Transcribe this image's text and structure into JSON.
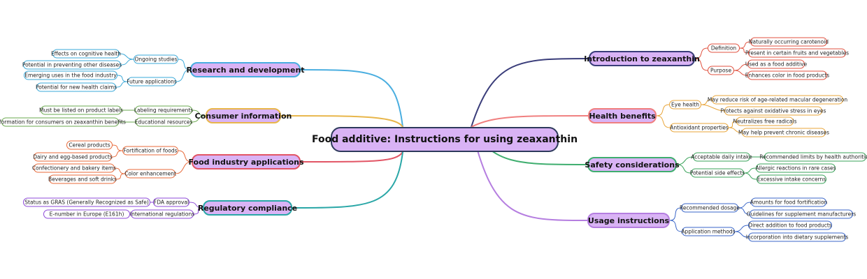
{
  "center": {
    "label": "Food additive: Instructions for using zeaxanthin"
  },
  "branches": [
    {
      "label": "Introduction to zeaxanthin",
      "color": "#3a3d7a",
      "children": [
        {
          "label": "Definition",
          "children": [
            "Naturally occurring carotenoid",
            "Present in certain fruits and vegetables"
          ]
        },
        {
          "label": "Purpose",
          "children": [
            "Used as a food additive",
            "Enhances color in food products"
          ]
        }
      ]
    },
    {
      "label": "Health benefits",
      "color": "#f07f7f",
      "children": [
        {
          "label": "Eye health",
          "children": [
            "May reduce risk of age-related macular degeneration",
            "Protects against oxidative stress in eyes"
          ]
        },
        {
          "label": "Antioxidant properties",
          "children": [
            "Neutralizes free radicals",
            "May help prevent chronic diseases"
          ]
        }
      ]
    },
    {
      "label": "Safety considerations",
      "color": "#3fae6f",
      "children": [
        {
          "label": "Acceptable daily intake",
          "children": [
            "Recommended limits by health authorities"
          ]
        },
        {
          "label": "Potential side effects",
          "children": [
            "Allergic reactions in rare cases",
            "Excessive intake concerns"
          ]
        }
      ]
    },
    {
      "label": "Usage instructions",
      "color": "#b57ee0",
      "children": [
        {
          "label": "Recommended dosage",
          "children": [
            "Amounts for food fortification",
            "Guidelines for supplement manufacturers"
          ]
        },
        {
          "label": "Application methods",
          "children": [
            "Direct addition to food products",
            "Incorporation into dietary supplements"
          ]
        }
      ]
    },
    {
      "label": "Research and development",
      "color": "#4aaee0",
      "children": [
        {
          "label": "Ongoing studies",
          "children": [
            "Effects on cognitive health",
            "Potential in preventing other diseases"
          ]
        },
        {
          "label": "Future applications",
          "children": [
            "Emerging uses in the food industry",
            "Potential for new health claims"
          ]
        }
      ]
    },
    {
      "label": "Consumer information",
      "color": "#e8b64a",
      "children": [
        {
          "label": "Labeling requirements",
          "children": [
            "Must be listed on product labels"
          ]
        },
        {
          "label": "Educational resources",
          "children": [
            "Information for consumers on zeaxanthin benefits"
          ]
        }
      ]
    },
    {
      "label": "Food industry applications",
      "color": "#e25565",
      "children": [
        {
          "label": "Fortification of foods",
          "children": [
            "Cereal products",
            "Dairy and egg-based products"
          ]
        },
        {
          "label": "Color enhancement",
          "children": [
            "Confectionery and bakery items",
            "Beverages and soft drinks"
          ]
        }
      ]
    },
    {
      "label": "Regulatory compliance",
      "color": "#2aa7a7",
      "children": [
        {
          "label": "FDA approval",
          "children": [
            "Status as GRAS (Generally Recognized as Safe)"
          ]
        },
        {
          "label": "International regulations",
          "children": [
            "E-number in Europe (E161h)"
          ]
        }
      ]
    }
  ],
  "colors": {
    "center_border": "#2e3a5c",
    "node_fill": "#d9b3f5",
    "sub_introduction": "#e0513f",
    "sub_health": "#e8a53a",
    "sub_safety": "#3aa35a",
    "sub_usage": "#3a66c8",
    "sub_research": "#3aa8d8",
    "sub_consumer": "#6aa84f",
    "sub_food": "#e86a3a",
    "sub_regulatory": "#8e4ad8"
  }
}
